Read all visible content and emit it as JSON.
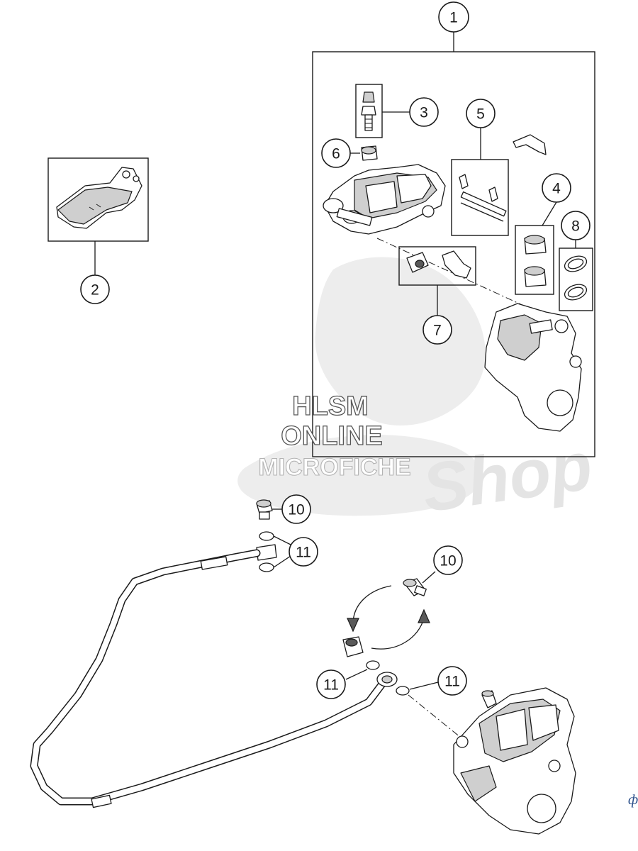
{
  "callouts": {
    "c1": "1",
    "c2": "2",
    "c3": "3",
    "c4": "4",
    "c5": "5",
    "c6": "6",
    "c7": "7",
    "c8": "8",
    "c10a": "10",
    "c10b": "10",
    "c11a": "11",
    "c11b": "11",
    "c11c": "11"
  },
  "watermark": {
    "line1": "HLSM",
    "line2": "ONLINE",
    "line3": "MICROFICHE",
    "background_logo": "Shop"
  },
  "edge_mark": "ф",
  "colors": {
    "line": "#1a1a1a",
    "shade": "#cfcfcf",
    "watermark_outline": "#555555",
    "edge_mark": "#2b4f8a"
  }
}
